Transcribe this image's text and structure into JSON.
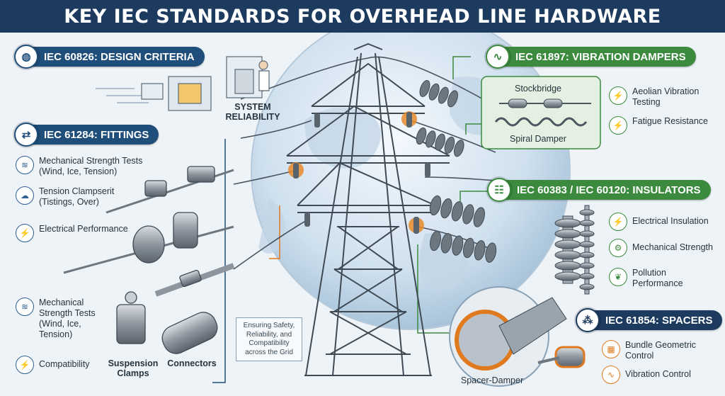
{
  "title": "KEY IEC STANDARDS FOR OVERHEAD LINE HARDWARE",
  "colors": {
    "navy": "#1d3a5f",
    "blue": "#1f4e7a",
    "green": "#3b8a3e",
    "orange": "#e07a1f"
  },
  "design": {
    "label": "IEC 60826: DESIGN CRITERIA",
    "icon": "globe-icon",
    "caption": "SYSTEM RELIABILITY"
  },
  "fittings": {
    "label": "IEC 61284: FITTINGS",
    "icon": "arrows-exchange-icon",
    "items": [
      {
        "text": "Mechanical Strength Tests (Wind, Ice, Tension)",
        "icon": "wind-icon"
      },
      {
        "text": "Tension Clampserit (Tistings, Over)",
        "icon": "cloud-icon"
      },
      {
        "text": "Electrical Performance",
        "icon": "lightning-icon"
      },
      {
        "text": "Mechanical Strength Tests (Wind, Ice, Tension)",
        "icon": "wind-icon"
      },
      {
        "text": "Compatibility",
        "icon": "lightning-icon"
      }
    ],
    "captions": {
      "suspension": "Suspension Clamps",
      "connectors": "Connectors"
    }
  },
  "dampers": {
    "label": "IEC 61897: VIBRATION DAMPERS",
    "icon": "wave-icon",
    "stockbridge": "Stockbridge",
    "spiral": "Spiral Damper",
    "items": [
      {
        "text": "Aeolian Vibration Testing",
        "icon": "lightning-icon"
      },
      {
        "text": "Fatigue Resistance",
        "icon": "lightning-icon"
      }
    ]
  },
  "insulators": {
    "label": "IEC 60383 / IEC 60120: INSULATORS",
    "icon": "insulator-icon",
    "items": [
      {
        "text": "Electrical Insulation",
        "icon": "lightning-icon"
      },
      {
        "text": "Mechanical Strength",
        "icon": "gears-icon"
      },
      {
        "text": "Pollution Performance",
        "icon": "leaf-icon"
      }
    ]
  },
  "spacers": {
    "label": "IEC 61854: SPACERS",
    "icon": "conductor-bundle-icon",
    "items": [
      {
        "text": "Bundle Geometric Control",
        "icon": "grid-icon"
      },
      {
        "text": "Vibration Control",
        "icon": "wave-icon"
      }
    ],
    "caption": "Spacer-Damper"
  },
  "note": "Ensuring Safety, Reliability, and Compatibility across the Grid"
}
